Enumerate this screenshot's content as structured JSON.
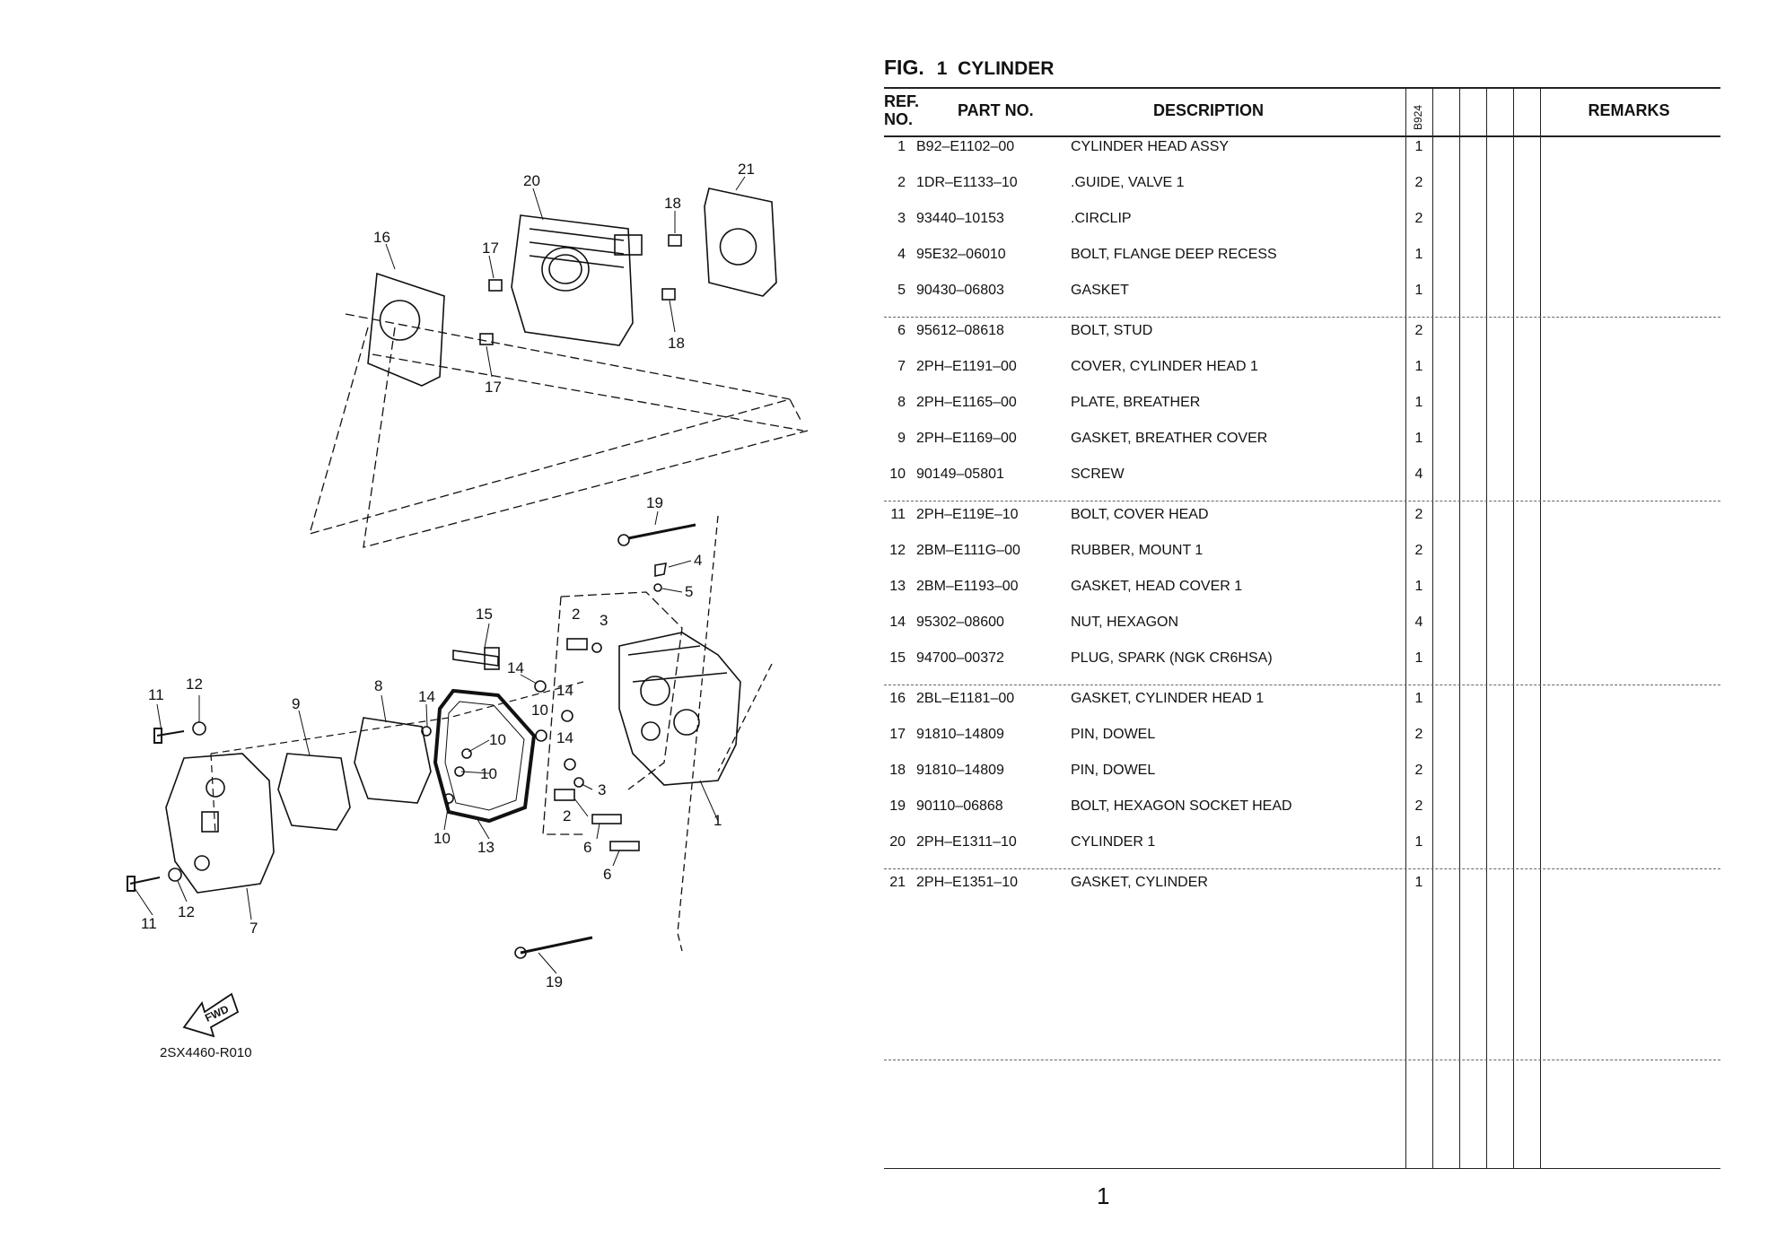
{
  "figure": {
    "fig_label": "FIG.",
    "number": "1",
    "title": "CYLINDER"
  },
  "columns": {
    "ref_no": "REF. NO.",
    "part_no": "PART NO.",
    "description": "DESCRIPTION",
    "model": "B924",
    "remarks": "REMARKS"
  },
  "parts": [
    {
      "ref": "1",
      "part_no": "B92–E1102–00",
      "description": "CYLINDER HEAD ASSY",
      "qty": "1"
    },
    {
      "ref": "2",
      "part_no": "1DR–E1133–10",
      "description": ".GUIDE, VALVE 1",
      "qty": "2"
    },
    {
      "ref": "3",
      "part_no": "93440–10153",
      "description": ".CIRCLIP",
      "qty": "2"
    },
    {
      "ref": "4",
      "part_no": "95E32–06010",
      "description": "BOLT, FLANGE DEEP RECESS",
      "qty": "1"
    },
    {
      "ref": "5",
      "part_no": "90430–06803",
      "description": "GASKET",
      "qty": "1"
    },
    {
      "ref": "6",
      "part_no": "95612–08618",
      "description": "BOLT, STUD",
      "qty": "2"
    },
    {
      "ref": "7",
      "part_no": "2PH–E1191–00",
      "description": "COVER, CYLINDER HEAD 1",
      "qty": "1"
    },
    {
      "ref": "8",
      "part_no": "2PH–E1165–00",
      "description": "PLATE, BREATHER",
      "qty": "1"
    },
    {
      "ref": "9",
      "part_no": "2PH–E1169–00",
      "description": "GASKET, BREATHER COVER",
      "qty": "1"
    },
    {
      "ref": "10",
      "part_no": "90149–05801",
      "description": "SCREW",
      "qty": "4"
    },
    {
      "ref": "11",
      "part_no": "2PH–E119E–10",
      "description": "BOLT, COVER HEAD",
      "qty": "2"
    },
    {
      "ref": "12",
      "part_no": "2BM–E111G–00",
      "description": "RUBBER, MOUNT 1",
      "qty": "2"
    },
    {
      "ref": "13",
      "part_no": "2BM–E1193–00",
      "description": "GASKET, HEAD COVER 1",
      "qty": "1"
    },
    {
      "ref": "14",
      "part_no": "95302–08600",
      "description": "NUT, HEXAGON",
      "qty": "4"
    },
    {
      "ref": "15",
      "part_no": "94700–00372",
      "description": "PLUG, SPARK (NGK CR6HSA)",
      "qty": "1"
    },
    {
      "ref": "16",
      "part_no": "2BL–E1181–00",
      "description": "GASKET, CYLINDER HEAD 1",
      "qty": "1"
    },
    {
      "ref": "17",
      "part_no": "91810–14809",
      "description": "PIN, DOWEL",
      "qty": "2"
    },
    {
      "ref": "18",
      "part_no": "91810–14809",
      "description": "PIN, DOWEL",
      "qty": "2"
    },
    {
      "ref": "19",
      "part_no": "90110–06868",
      "description": "BOLT, HEXAGON SOCKET HEAD",
      "qty": "2"
    },
    {
      "ref": "20",
      "part_no": "2PH–E1311–10",
      "description": "CYLINDER 1",
      "qty": "1"
    },
    {
      "ref": "21",
      "part_no": "2PH–E1351–10",
      "description": "GASKET, CYLINDER",
      "qty": "1"
    }
  ],
  "diagram": {
    "code": "2SX4460-R010",
    "fwd_label": "FWD",
    "callouts": [
      "20",
      "21",
      "16",
      "17",
      "18",
      "18",
      "17",
      "19",
      "4",
      "5",
      "15",
      "2",
      "3",
      "14",
      "14",
      "11",
      "12",
      "9",
      "8",
      "10",
      "14",
      "14",
      "10",
      "10",
      "3",
      "2",
      "6",
      "6",
      "10",
      "13",
      "1",
      "11",
      "12",
      "7",
      "19"
    ]
  },
  "page_number": "1"
}
